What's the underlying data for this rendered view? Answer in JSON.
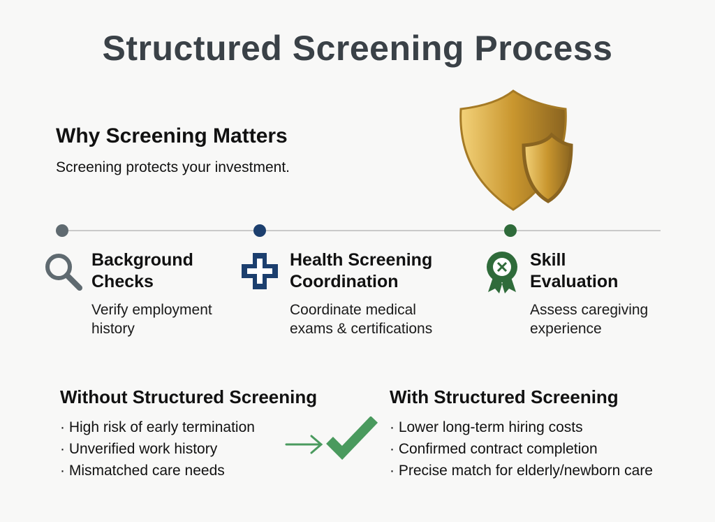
{
  "title": "Structured Screening Process",
  "why": {
    "heading": "Why Screening Matters",
    "text": "Screening protects your investment."
  },
  "colors": {
    "gray": "#5f6a70",
    "navy": "#1c3f6e",
    "green": "#2f6b3a",
    "check": "#4a9a5e",
    "gold": "#d4a63a"
  },
  "steps": [
    {
      "title1": "Background",
      "title2": "Checks",
      "desc1": "Verify employment",
      "desc2": "history",
      "icon": "magnifier-icon"
    },
    {
      "title1": "Health Screening",
      "title2": "Coordination",
      "desc1": "Coordinate medical",
      "desc2": "exams & certifications",
      "icon": "medical-cross-icon"
    },
    {
      "title1": "Skill",
      "title2": "Evaluation",
      "desc1": "Assess caregiving",
      "desc2": "experience",
      "icon": "award-badge-icon"
    }
  ],
  "without": {
    "heading": "Without Structured Screening",
    "items": [
      "High risk of early termination",
      "Unverified work history",
      "Mismatched care needs"
    ]
  },
  "with": {
    "heading": "With Structured Screening",
    "items": [
      "Lower long-term hiring costs",
      "Confirmed contract completion",
      "Precise match for elderly/newborn care"
    ]
  }
}
